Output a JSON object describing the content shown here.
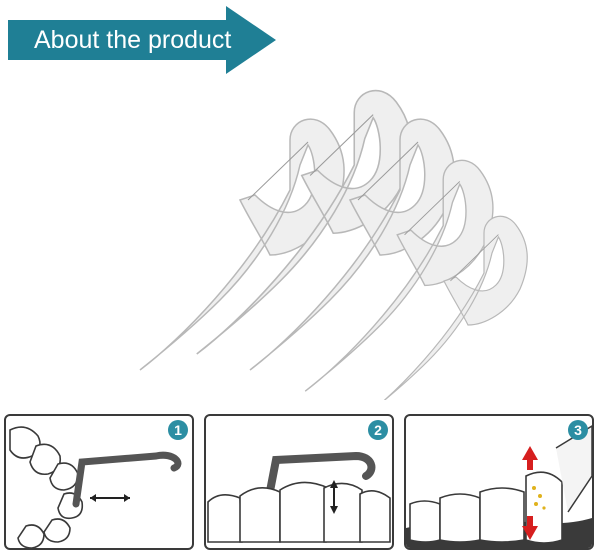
{
  "banner": {
    "title": "About the product",
    "color": "#1f7f95"
  },
  "hero": {
    "image": "stacked-floss-picks-illustration",
    "pick_count": 5
  },
  "steps": [
    {
      "number": "1",
      "icon": "floss-pick-between-teeth-top-view"
    },
    {
      "number": "2",
      "icon": "floss-pick-molars-side-view"
    },
    {
      "number": "3",
      "icon": "floss-pick-up-down-motion"
    }
  ],
  "colors": {
    "badge": "#2c8ea3",
    "arrow_red": "#d61f1f",
    "outline": "#3a3a3a"
  }
}
